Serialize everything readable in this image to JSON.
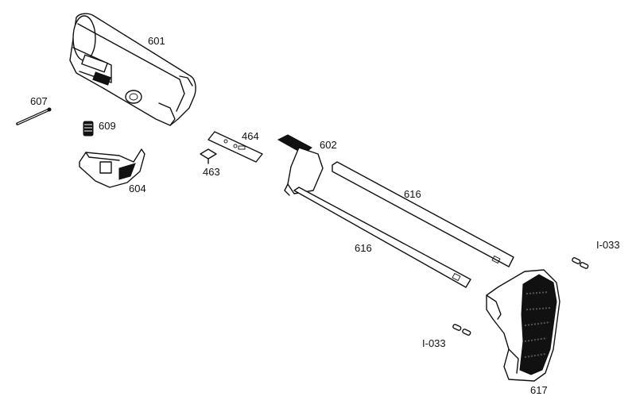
{
  "parts": [
    {
      "id": "p601",
      "label": "601"
    },
    {
      "id": "p607",
      "label": "607"
    },
    {
      "id": "p609",
      "label": "609"
    },
    {
      "id": "p604",
      "label": "604"
    },
    {
      "id": "p464",
      "label": "464"
    },
    {
      "id": "p463",
      "label": "463"
    },
    {
      "id": "p602",
      "label": "602"
    },
    {
      "id": "p616a",
      "label": "616"
    },
    {
      "id": "p616b",
      "label": "616"
    },
    {
      "id": "pI033a",
      "label": "I-033"
    },
    {
      "id": "pI033b",
      "label": "I-033"
    },
    {
      "id": "p617",
      "label": "617"
    }
  ]
}
